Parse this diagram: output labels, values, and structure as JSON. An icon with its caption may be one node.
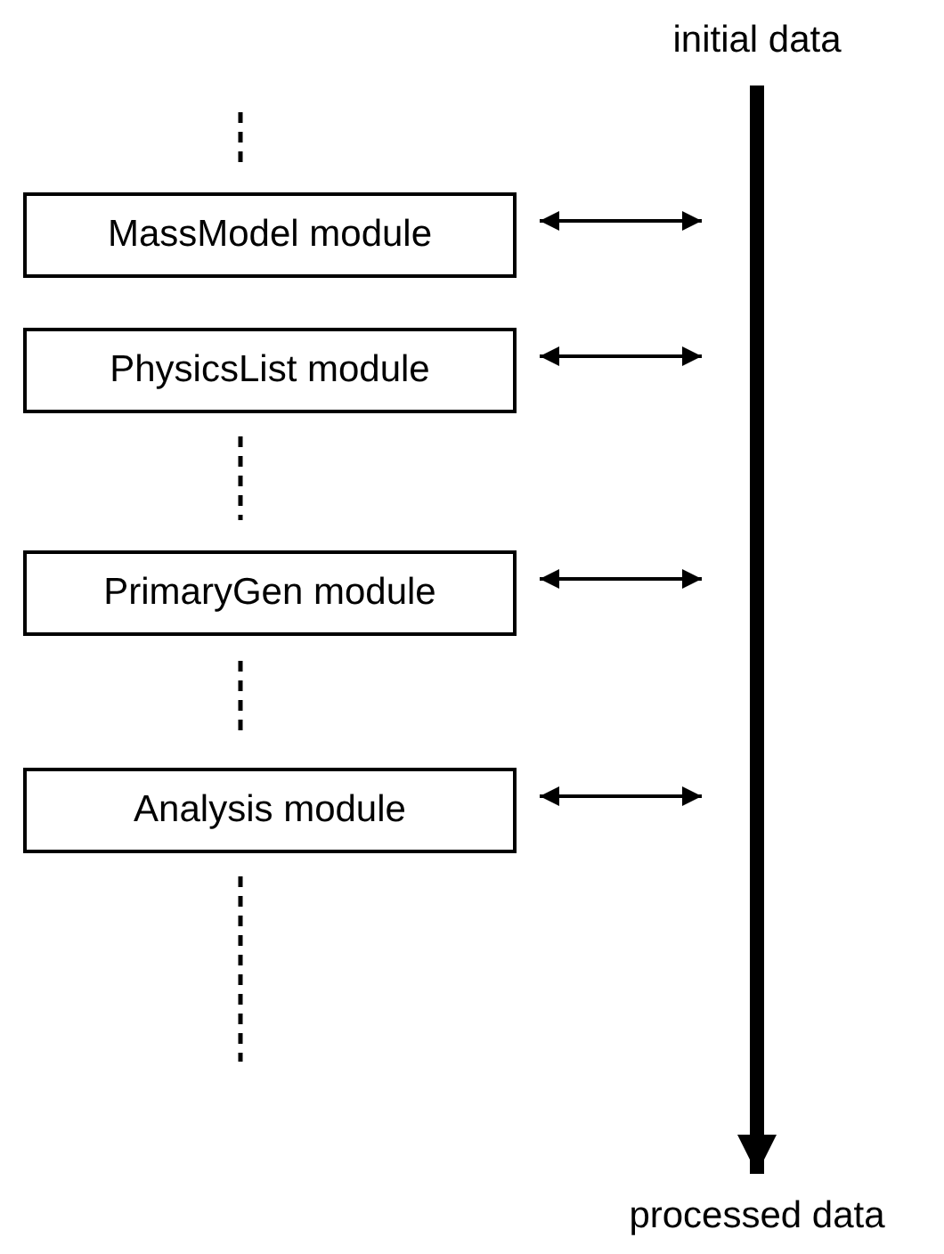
{
  "diagram": {
    "nodes": [
      {
        "text": [
          "initial data"
        ]
      },
      {
        "text": [
          "MassModel module"
        ]
      },
      {
        "text": [
          "PhysicsList module"
        ]
      },
      {
        "text": [
          "PrimaryGen module"
        ]
      },
      {
        "text": [
          "Analysis module"
        ]
      },
      {
        "text": [
          "processed data"
        ]
      }
    ],
    "edges": [
      {
        "from": 0,
        "to": 5,
        "arrow": "to",
        "style": "thick"
      },
      {
        "from": 1,
        "to": null,
        "arrow": "both"
      },
      {
        "from": 2,
        "to": null,
        "arrow": "both"
      },
      {
        "from": 3,
        "to": null,
        "arrow": "both"
      },
      {
        "from": 4,
        "to": null,
        "arrow": "both"
      }
    ]
  }
}
